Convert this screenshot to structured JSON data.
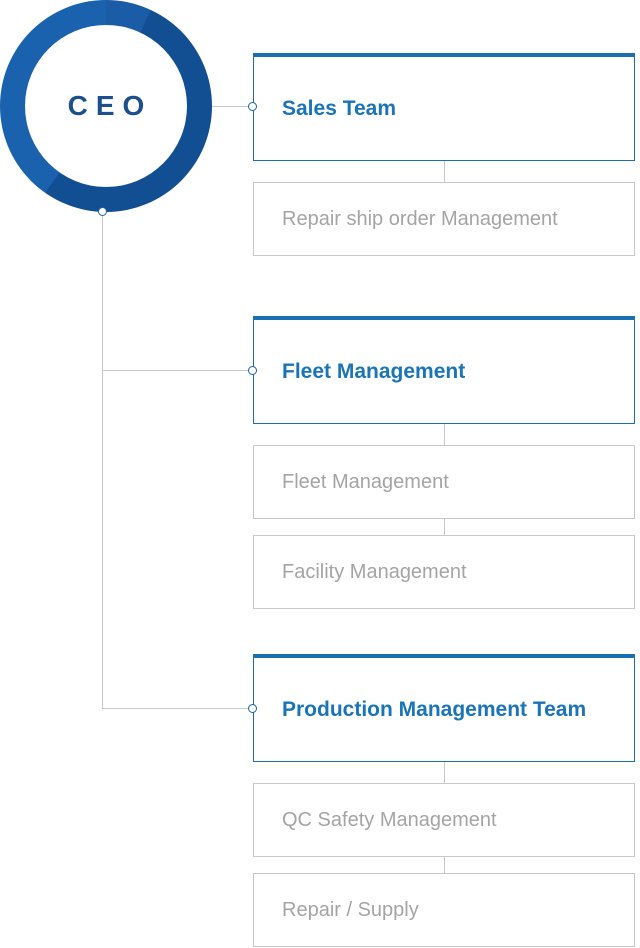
{
  "ceo": {
    "label": "CEO"
  },
  "teams": [
    {
      "name": "Sales Team",
      "units": [
        "Repair ship order Management"
      ]
    },
    {
      "name": "Fleet Management",
      "units": [
        "Fleet Management",
        "Facility Management"
      ]
    },
    {
      "name": "Production Management Team",
      "units": [
        "QC Safety Management",
        "Repair / Supply"
      ]
    }
  ],
  "colors": {
    "ring_primary": "#1a62ae",
    "ring_dark": "#114e92",
    "team_accent": "#1a74b8",
    "sub_text": "#a4a4a4",
    "connector": "#c8c8c8"
  }
}
